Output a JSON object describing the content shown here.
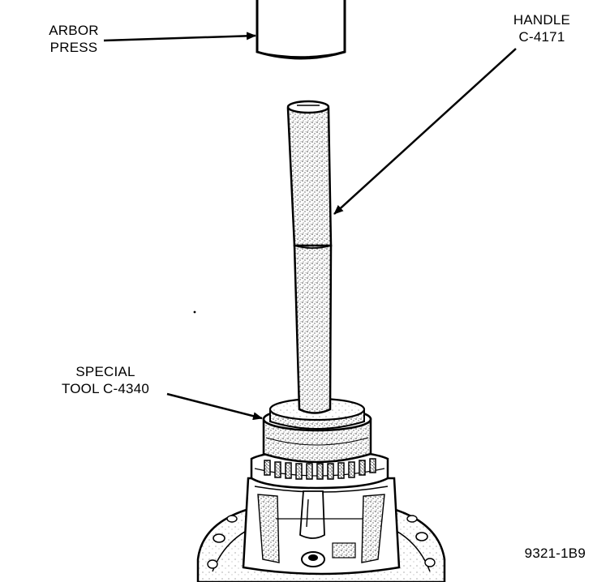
{
  "labels": {
    "arbor_press": {
      "line1": "ARBOR",
      "line2": "PRESS"
    },
    "handle": {
      "line1": "HANDLE",
      "line2": "C-4171"
    },
    "special_tool": {
      "line1": "SPECIAL",
      "line2": "TOOL C-4340"
    },
    "figure_id": "9321-1B9"
  },
  "colors": {
    "ink": "#000000",
    "paper": "#ffffff",
    "stipple": "#5a5a5a"
  }
}
